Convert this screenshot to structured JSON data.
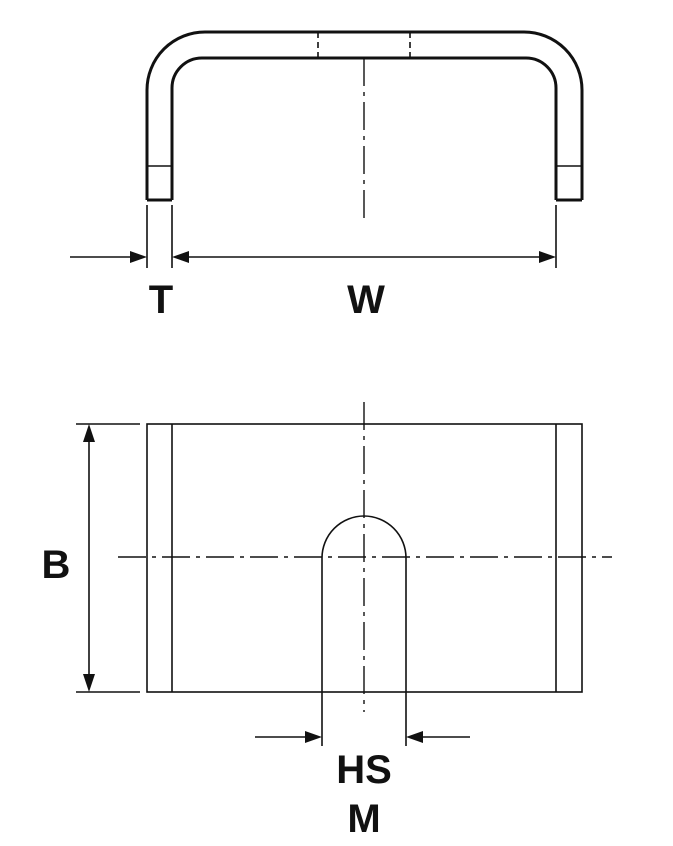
{
  "labels": {
    "thickness": "T",
    "width": "W",
    "height": "B",
    "hole_size": "HS",
    "metric": "M"
  }
}
